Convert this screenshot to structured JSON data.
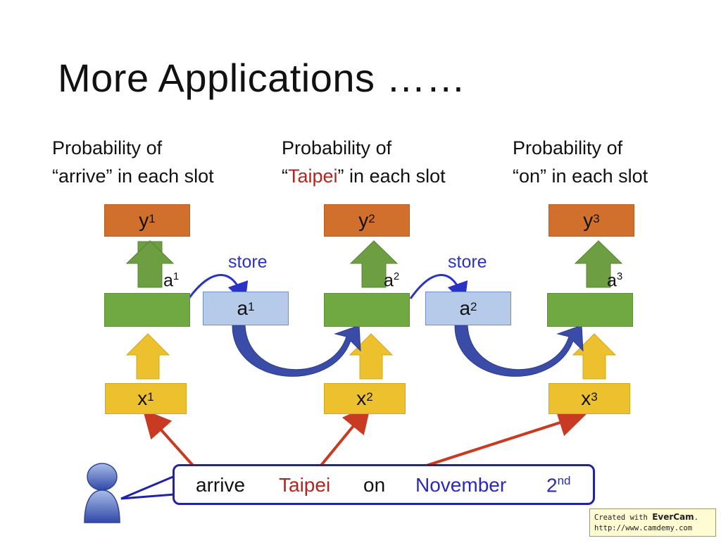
{
  "title": "More Applications ……",
  "headings": [
    {
      "line1": "Probability of",
      "quote_open": "“",
      "word": "arrive",
      "quote_close": "”",
      "rest": " in each slot",
      "word_color": "black"
    },
    {
      "line1": "Probability of",
      "quote_open": "“",
      "word": "Taipei",
      "quote_close": "”",
      "rest": " in each slot",
      "word_color": "red"
    },
    {
      "line1": "Probability of",
      "quote_open": "“",
      "word": "on",
      "quote_close": "”",
      "rest": " in each slot",
      "word_color": "black"
    }
  ],
  "outputs": [
    {
      "base": "y",
      "sup": "1"
    },
    {
      "base": "y",
      "sup": "2"
    },
    {
      "base": "y",
      "sup": "3"
    }
  ],
  "hidden_labels": [
    {
      "base": "a",
      "sup": "1"
    },
    {
      "base": "a",
      "sup": "2"
    },
    {
      "base": "a",
      "sup": "3"
    }
  ],
  "memory": [
    {
      "base": "a",
      "sup": "1"
    },
    {
      "base": "a",
      "sup": "2"
    }
  ],
  "store_label": "store",
  "inputs": [
    {
      "base": "x",
      "sup": "1"
    },
    {
      "base": "x",
      "sup": "2"
    },
    {
      "base": "x",
      "sup": "3"
    }
  ],
  "sentence": {
    "w1": "arrive",
    "w2": "Taipei",
    "w3": "on",
    "w4": "November",
    "w5_base": "2",
    "w5_sup": "nd"
  },
  "badge": {
    "line1_prefix": "Created with ",
    "brand": "EverCam",
    "line1_suffix": ".",
    "line2": "http://www.camdemy.com"
  },
  "colors": {
    "output": "#d0702c",
    "hidden": "#70a841",
    "input": "#ecc12d",
    "memory": "#b6cbea",
    "arrow_red": "#c83a22",
    "arrow_blue": "#3b4ca8",
    "store_blue": "#2a32c8"
  },
  "icons": [
    "user-icon"
  ]
}
